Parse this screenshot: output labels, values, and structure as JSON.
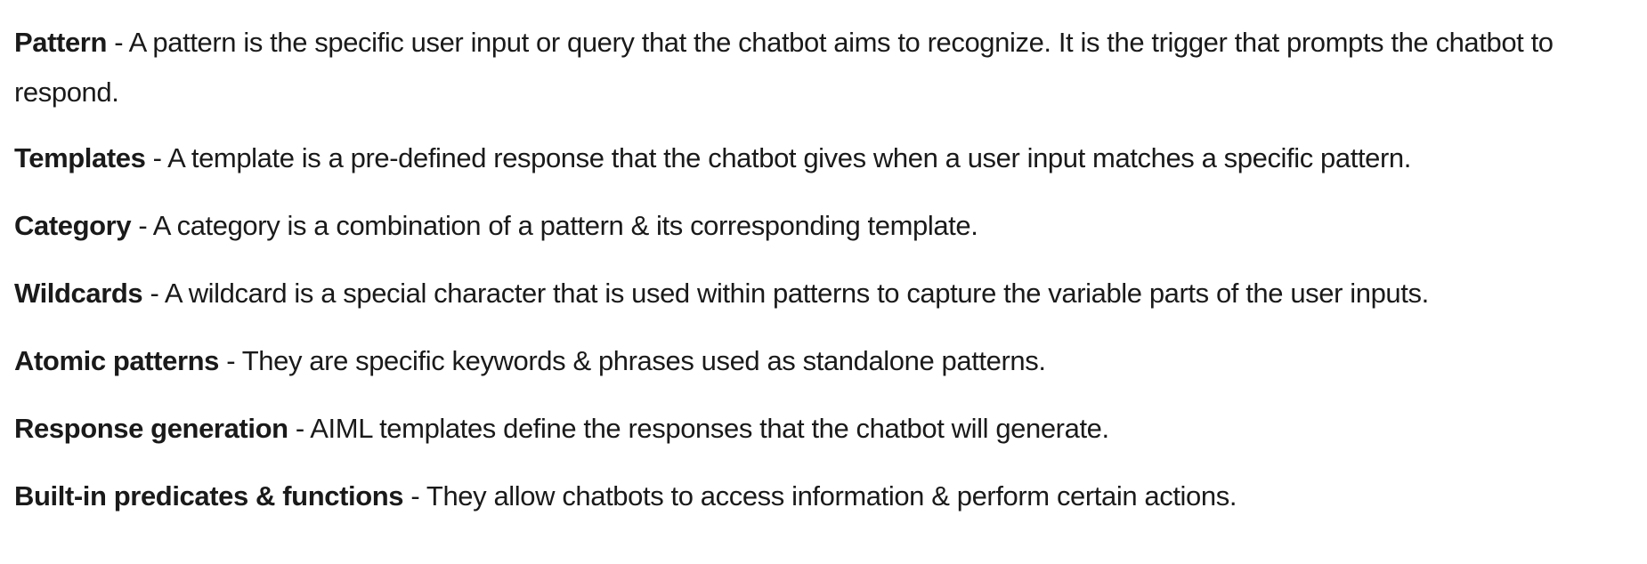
{
  "definitions": [
    {
      "term": "Pattern",
      "text": " - A pattern is the specific user input or query that the chatbot aims to recognize. It is the trigger that prompts the chatbot to respond."
    },
    {
      "term": "Templates",
      "text": " - A template is a pre-defined response that the chatbot gives when a user input matches a specific pattern."
    },
    {
      "term": "Category",
      "text": " - A category is a combination of a pattern & its corresponding template."
    },
    {
      "term": "Wildcards",
      "text": " - A wildcard is a special character that is used within patterns to capture the variable parts of the user inputs."
    },
    {
      "term": "Atomic patterns",
      "text": " - They are specific keywords & phrases used as standalone patterns."
    },
    {
      "term": "Response generation",
      "text": " - AIML templates define the responses that the chatbot will generate."
    },
    {
      "term": "Built-in predicates & functions",
      "text": " - They allow chatbots to access information & perform certain actions."
    }
  ]
}
